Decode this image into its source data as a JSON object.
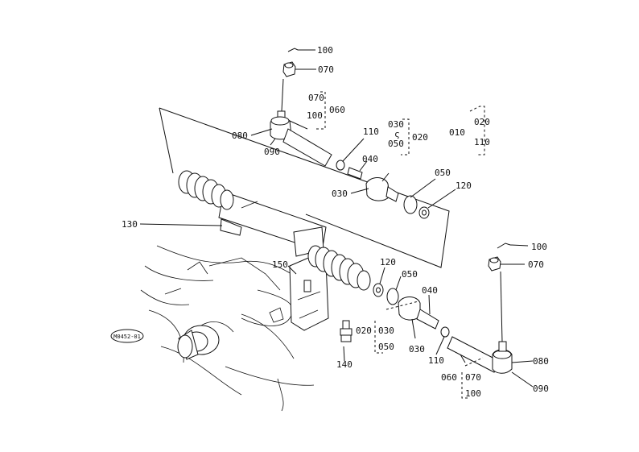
{
  "drawing_code": "M0452-01",
  "callouts": {
    "top_100": "100",
    "top_070": "070",
    "top_080": "080",
    "top_090": "090",
    "upper_group_070": "070",
    "upper_group_100": "100",
    "upper_group_060": "060",
    "upper_110": "110",
    "upper_040": "040",
    "upper_group_030": "030",
    "upper_group_sep": "ς",
    "upper_group_050": "050",
    "upper_group_020": "020",
    "upper_030": "030",
    "upper_050": "050",
    "upper_120": "120",
    "ref_010": "010",
    "ref_020": "020",
    "ref_110": "110",
    "label_130": "130",
    "label_150": "150",
    "lower_120": "120",
    "lower_050": "050",
    "lower_040": "040",
    "lower_group_020": "020",
    "lower_group_030": "030",
    "lower_group_050": "050",
    "lower_030": "030",
    "lower_110": "110",
    "label_140": "140",
    "right_100": "100",
    "right_070": "070",
    "right_080": "080",
    "right_group_060": "060",
    "right_group_070": "070",
    "right_group_100": "100",
    "right_090": "090"
  }
}
